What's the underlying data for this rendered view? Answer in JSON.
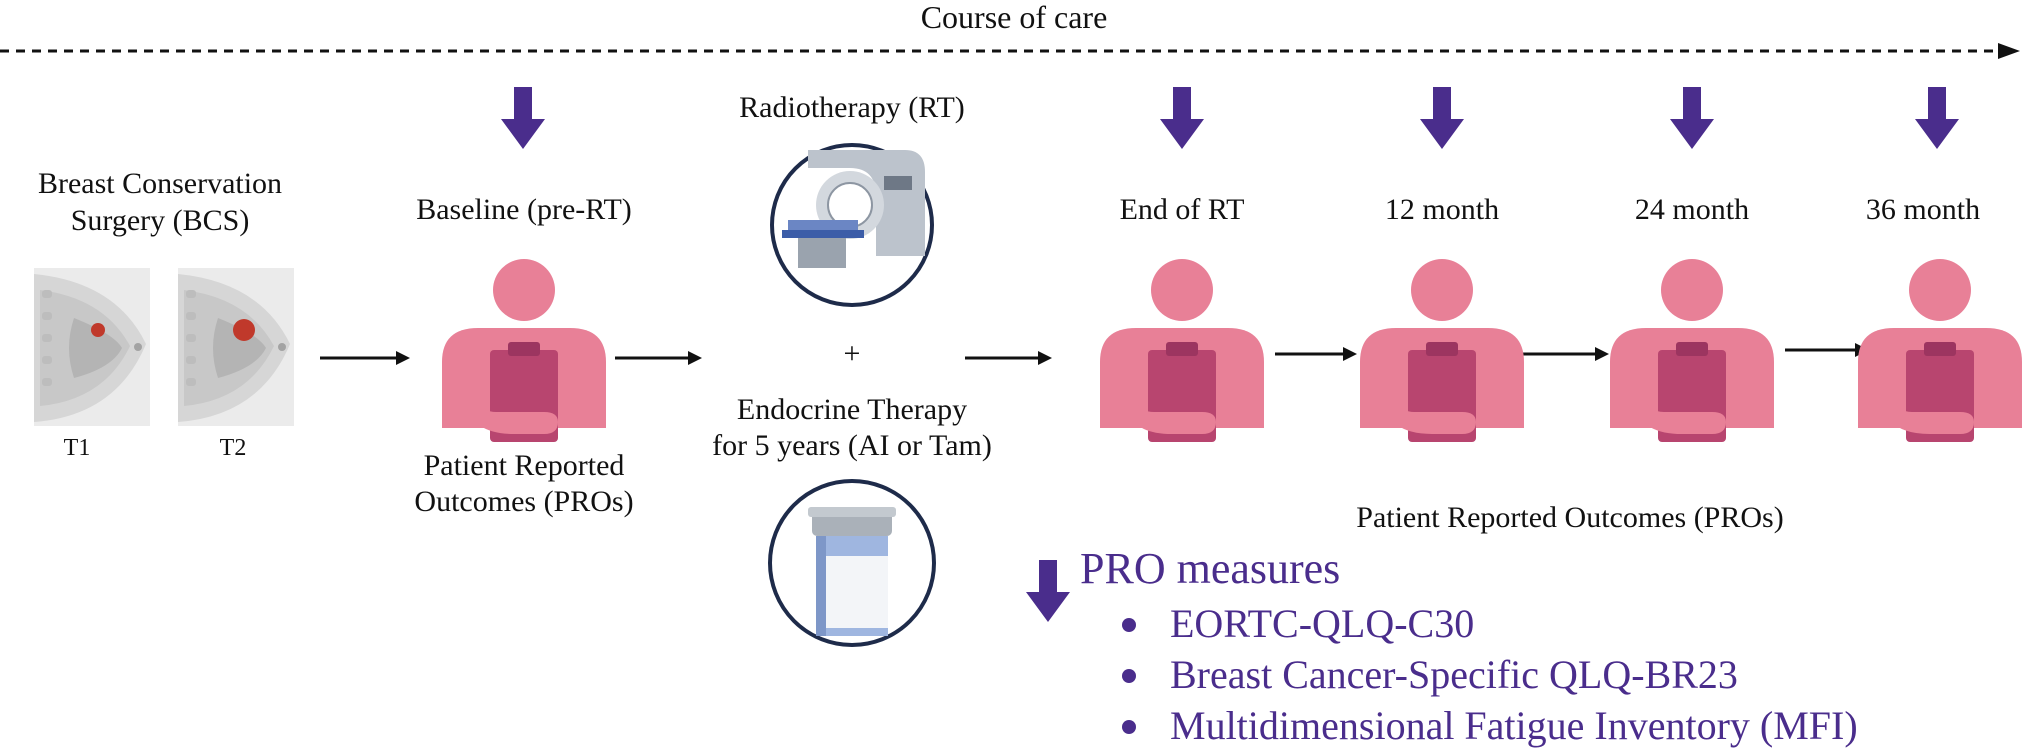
{
  "header": {
    "title": "Course of care"
  },
  "surgery": {
    "title_line1": "Breast Conservation",
    "title_line2": "Surgery (BCS)",
    "t1_label": "T1",
    "t2_label": "T2"
  },
  "baseline": {
    "title": "Baseline (pre-RT)",
    "pro_line1": "Patient Reported",
    "pro_line2": "Outcomes (PROs)"
  },
  "treatment": {
    "radiotherapy_label": "Radiotherapy (RT)",
    "plus_symbol": "+",
    "endocrine_line1": "Endocrine Therapy",
    "endocrine_line2": "for 5 years (AI or Tam)"
  },
  "followup": {
    "timepoints": [
      "End of RT",
      "12 month",
      "24 month",
      "36 month"
    ],
    "pro_label": "Patient Reported Outcomes (PROs)"
  },
  "pro_measures": {
    "title": "PRO measures",
    "items": [
      "EORTC-QLQ-C30",
      "Breast Cancer-Specific QLQ-BR23",
      "Multidimensional Fatigue Inventory (MFI)"
    ]
  },
  "colors": {
    "arrow_purple": "#4a2d8c",
    "person_pink": "#e88097",
    "clipboard": "#b8456f",
    "tumor": "#c0392b",
    "text_purple": "#4a2d8c"
  },
  "icons": {
    "timepoint_marker": "down-arrow-icon",
    "patient": "person-clipboard-icon",
    "radiotherapy": "linac-machine-icon",
    "endocrine": "pill-bottle-icon"
  }
}
